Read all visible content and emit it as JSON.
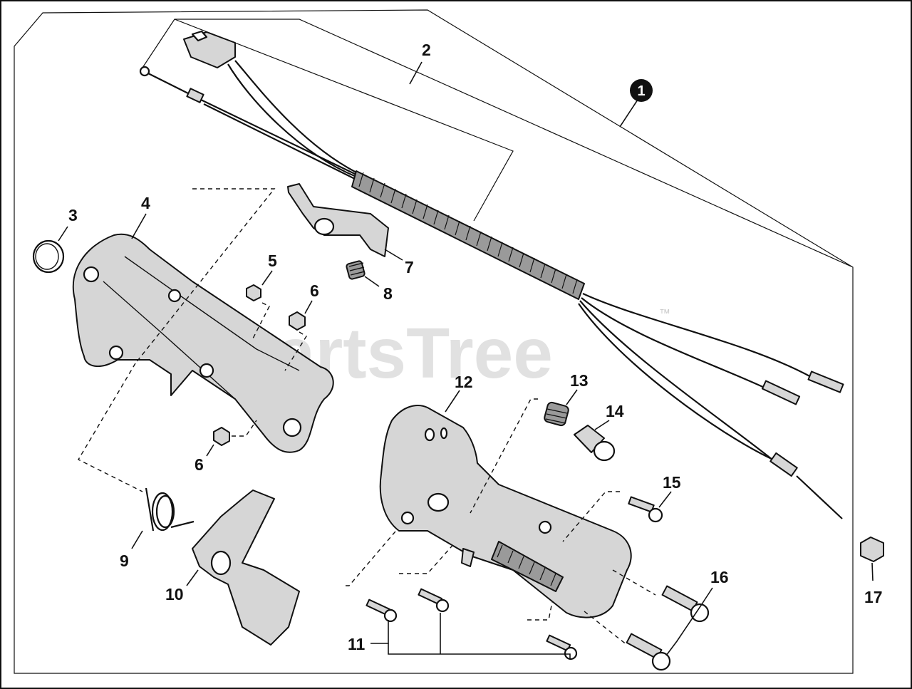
{
  "watermark": {
    "text": "PartsTree",
    "trademark": "™"
  },
  "kit_badge": {
    "label": "1"
  },
  "callouts": {
    "c2": "2",
    "c3": "3",
    "c4": "4",
    "c5": "5",
    "c6a": "6",
    "c6b": "6",
    "c7": "7",
    "c8": "8",
    "c9": "9",
    "c10": "10",
    "c11": "11",
    "c12": "12",
    "c13": "13",
    "c14": "14",
    "c15": "15",
    "c16": "16",
    "c17": "17"
  }
}
